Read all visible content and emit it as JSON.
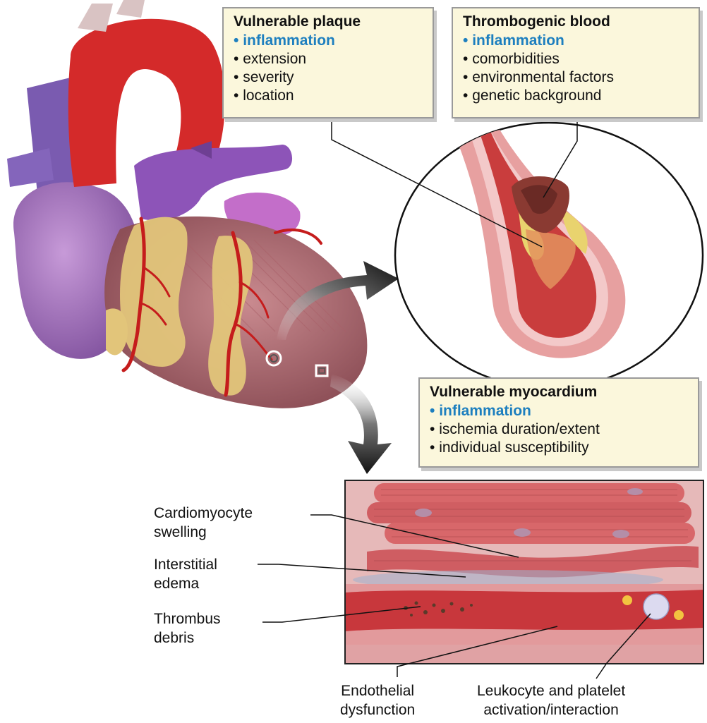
{
  "boxes": {
    "plaque": {
      "title": "Vulnerable plaque",
      "items": [
        "inflammation",
        "extension",
        "severity",
        "location"
      ]
    },
    "blood": {
      "title": "Thrombogenic blood",
      "items": [
        "inflammation",
        "comorbidities",
        "environmental factors",
        "genetic background"
      ]
    },
    "myocardium": {
      "title": "Vulnerable myocardium",
      "items": [
        "inflammation",
        "ischemia duration/extent",
        "individual susceptibility"
      ]
    }
  },
  "labels": {
    "cardiomyocyte": [
      "Cardiomyocyte",
      "swelling"
    ],
    "edema": [
      "Interstitial",
      "edema"
    ],
    "thrombus": [
      "Thrombus",
      "debris"
    ],
    "endothelial": [
      "Endothelial",
      "dysfunction"
    ],
    "leukocyte": [
      "Leukocyte and platelet",
      "activation/interaction"
    ]
  },
  "colors": {
    "highlight": "#1d7fbf",
    "box_fill": "#fbf7dc",
    "artery_red": "#d42a2a",
    "vein_purple": "#8d54b8",
    "myocardium": "#b86e74",
    "fat_yellow": "#e2c57a",
    "vessel_wall": "#e7a0a0"
  },
  "icons": [
    "heart-illustration",
    "coronary-artery-cross-section",
    "myocardium-tissue-detail",
    "curved-arrow-right",
    "curved-arrow-down"
  ]
}
